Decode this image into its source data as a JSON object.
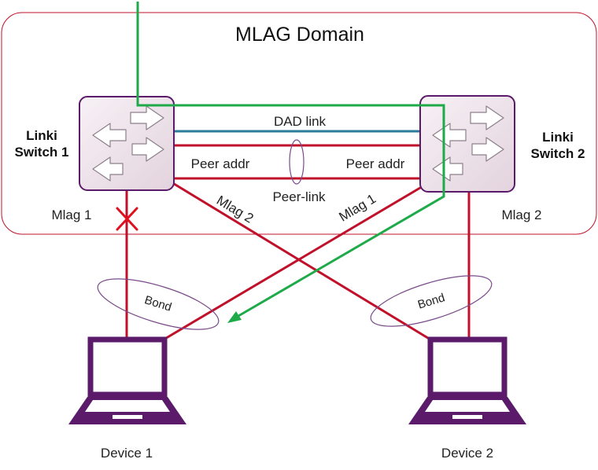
{
  "domain_box": {
    "title": "MLAG Domain",
    "border_color": "#c0102a"
  },
  "switch1": {
    "label_line1": "Linki",
    "label_line2": "Switch 1",
    "mlag_label": "Mlag 1"
  },
  "switch2": {
    "label_line1": "Linki",
    "label_line2": "Switch 2",
    "mlag_label": "Mlag 2"
  },
  "links": {
    "dad_link": "DAD link",
    "peer_addr_left": "Peer addr",
    "peer_addr_right": "Peer addr",
    "peer_link": "Peer-link",
    "mlag2_cross": "Mlag 2",
    "mlag1_cross": "Mlag 1"
  },
  "bonds": {
    "left": "Bond",
    "right": "Bond"
  },
  "devices": {
    "device1": "Device 1",
    "device2": "Device 2"
  },
  "failure_marker": "x-icon",
  "colors": {
    "link_red": "#c0102a",
    "dad_blue": "#2b7a9b",
    "traffic_green": "#1faa4a",
    "purple": "#5c1a6b",
    "switch_fill": "#f1e9ef"
  }
}
